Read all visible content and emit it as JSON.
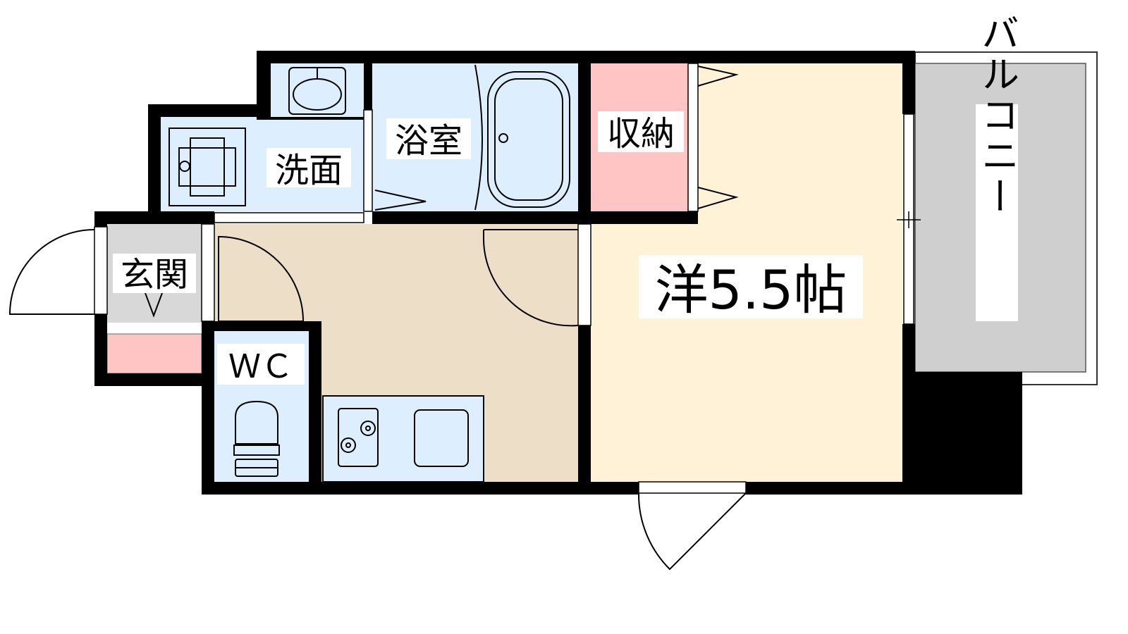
{
  "rooms": {
    "washroom": "洗面",
    "bathroom": "浴室",
    "storage": "収納",
    "entrance": "玄関",
    "toilet": "ＷＣ",
    "western_room": "洋5.5帖",
    "balcony": "バルコニー"
  },
  "colors": {
    "wall": "#000000",
    "wet_area": "#ddeeff",
    "storage": "#ffc4c4",
    "western_room": "#fff2d6",
    "kitchen_floor": "#eddfc7",
    "entrance_floor": "#d8d8d8",
    "balcony": "#cfcfcf",
    "shoe_box": "#ffc4c4"
  },
  "icons": [
    "sink-icon",
    "bathtub-icon",
    "washing-machine-icon",
    "toilet-icon",
    "stove-icon",
    "kitchen-sink-icon",
    "door-swing-icon"
  ]
}
